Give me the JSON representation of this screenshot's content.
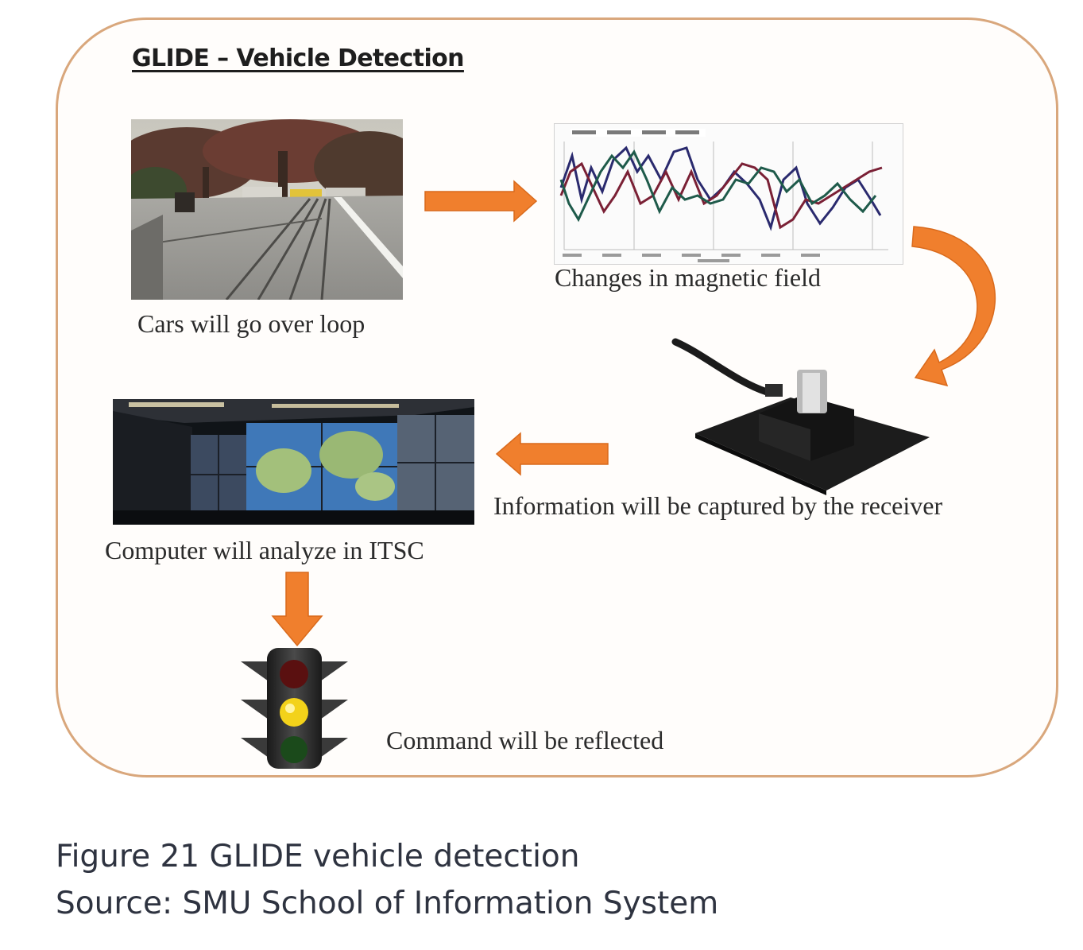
{
  "diagram": {
    "title": "GLIDE – Vehicle Detection",
    "steps": {
      "cars": "Cars will go over loop",
      "magnetic": "Changes in magnetic field",
      "receiver": "Information will be captured by the receiver",
      "computer": "Computer will analyze in ITSC",
      "command": "Command will be reflected"
    }
  },
  "figure": {
    "caption": "Figure 21 GLIDE vehicle detection",
    "source": "Source: SMU School of Information System"
  },
  "colors": {
    "frame": "#d9a77c",
    "arrow": "#f07f2d"
  }
}
